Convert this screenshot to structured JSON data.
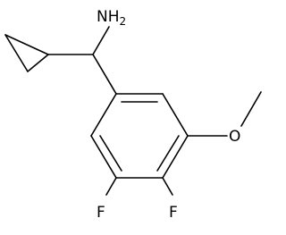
{
  "structure": {
    "atoms": {
      "nh2": "NH2",
      "oxygen": "O",
      "fluorine_left": "F",
      "fluorine_right": "F"
    }
  }
}
